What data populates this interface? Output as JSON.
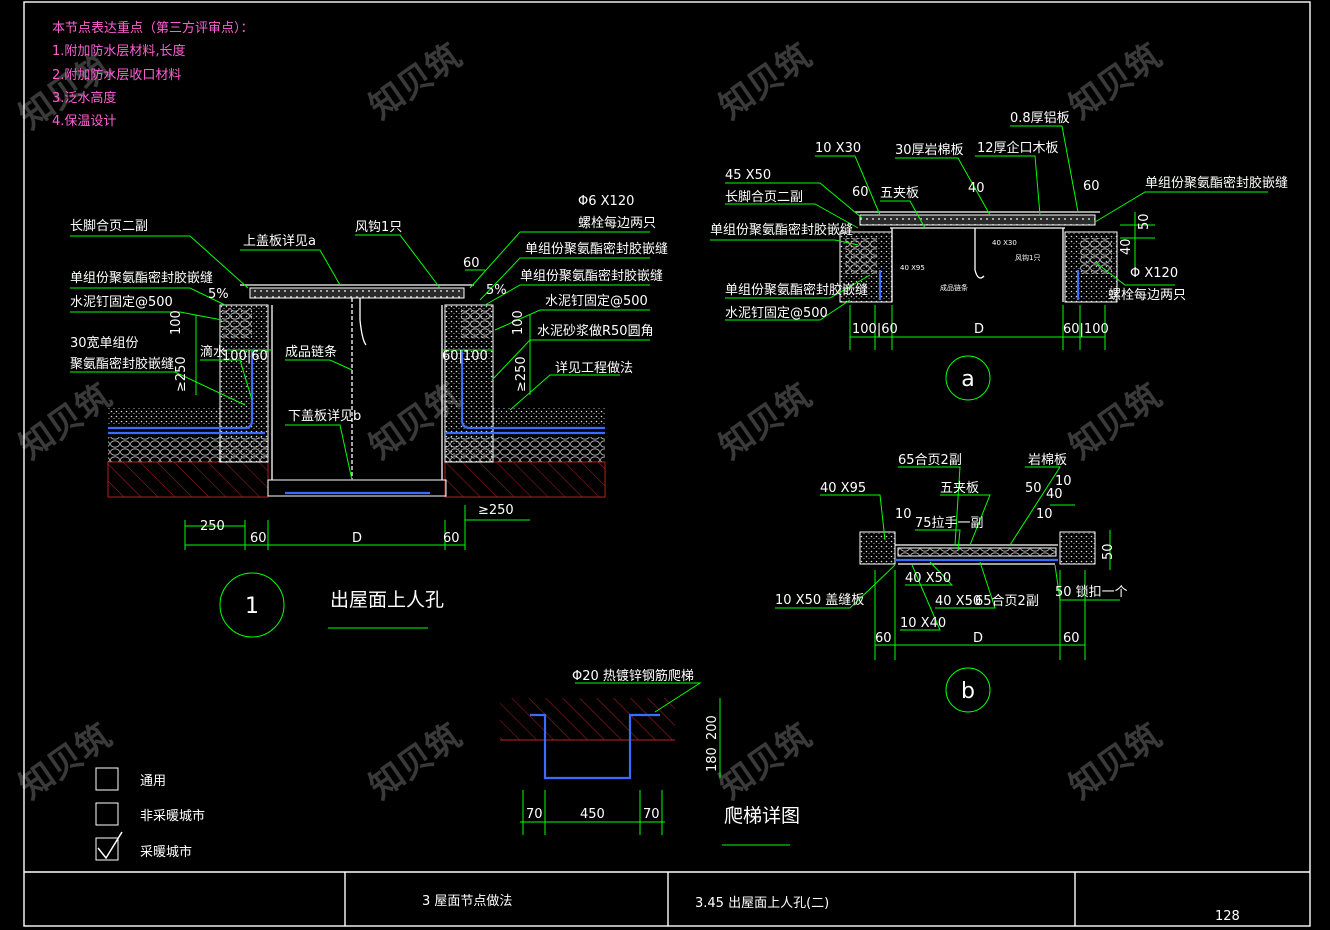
{
  "notes": {
    "heading": "本节点表达重点（第三方评审点）：",
    "items": [
      "1.附加防水层材料,长度",
      "2.附加防水层收口材料",
      "3.泛水高度",
      "4.保温设计"
    ]
  },
  "detail1": {
    "title": "出屋面上人孔",
    "number": "1",
    "labels": {
      "hinge": "长脚合页二副",
      "cover_a": "上盖板详见a",
      "hook": "风钩1只",
      "bolt1": "Φ6 X120",
      "bolt2": "螺栓每边两只",
      "seal_l1": "单组份聚氨酯密封胶嵌缝",
      "nail_l": "水泥钉固定@500",
      "strip1": "30宽单组份",
      "strip2": "聚氨酯密封胶嵌缝",
      "drip": "滴水",
      "chain": "成品链条",
      "cover_b": "下盖板详见b",
      "seal_r1": "单组份聚氨酯密封胶嵌缝",
      "seal_r2": "单组份聚氨酯密封胶嵌缝",
      "nail_r": "水泥钉固定@500",
      "mortar": "水泥砂浆做R50圆角",
      "see": "详见工程做法",
      "slope_l": "5%",
      "slope_r": "5%"
    },
    "dims": {
      "d60top": "60",
      "d100l": "100",
      "d100_60": "100|60",
      "d250l": "≥250",
      "d100r": "100",
      "d60_100": "60|100",
      "d250r": "≥250",
      "bottom_250l": "250",
      "bottom_250r": "≥250",
      "b60l": "60",
      "bD": "D",
      "b60r": "60"
    }
  },
  "detailA": {
    "label": "a",
    "labels": {
      "alu": "0.8厚铝板",
      "d10x30": "10 X30",
      "rock": "30厚岩棉板",
      "wood": "12厚企口木板",
      "d45x50": "45 X50",
      "d60l": "60",
      "ply": "五夹板",
      "d40": "40",
      "d60r": "60",
      "hinge": "长脚合页二副",
      "seal_r": "单组份聚氨酯密封胶嵌缝",
      "seal_l1": "单组份聚氨酯密封胶嵌缝",
      "seal_l2": "单组份聚氨酯密封胶嵌缝",
      "nail": "水泥钉固定@500",
      "bolt1": "Φ X120",
      "bolt2": "螺栓每边两只",
      "d50": "50",
      "d40v": "40",
      "bot": "100|60",
      "botD": "D",
      "botR": "60|100"
    }
  },
  "detailB": {
    "label": "b",
    "labels": {
      "hinge65": "65合页2副",
      "rock": "岩棉板",
      "d40x95": "40 X95",
      "ply": "五夹板",
      "d50": "50",
      "d40": "40",
      "d10a": "10",
      "d10b": "10",
      "d10c": "10",
      "handle": "75拉手一副",
      "d50v": "50",
      "d40x50a": "40 X50",
      "d40x50b": "40 X50",
      "hinge65b": "65合页2副",
      "cover": "10 X50 盖缝板",
      "d10x40": "10 X40",
      "lock": "50 锁扣一个",
      "b60l": "60",
      "bD": "D",
      "b60r": "60"
    }
  },
  "ladder": {
    "title": "爬梯详图",
    "label": "Φ20 热镀锌钢筋爬梯",
    "d200": "200",
    "d180": "180",
    "d70l": "70",
    "d450": "450",
    "d70r": "70"
  },
  "legend": [
    {
      "label": "通用",
      "checked": false
    },
    {
      "label": "非采暖城市",
      "checked": false
    },
    {
      "label": "采暖城市",
      "checked": true
    }
  ],
  "titleblock": {
    "chapter": "3   屋面节点做法",
    "section": "3.45  出屋面上人孔(二)",
    "page": "128"
  },
  "watermark": "知贝筑"
}
